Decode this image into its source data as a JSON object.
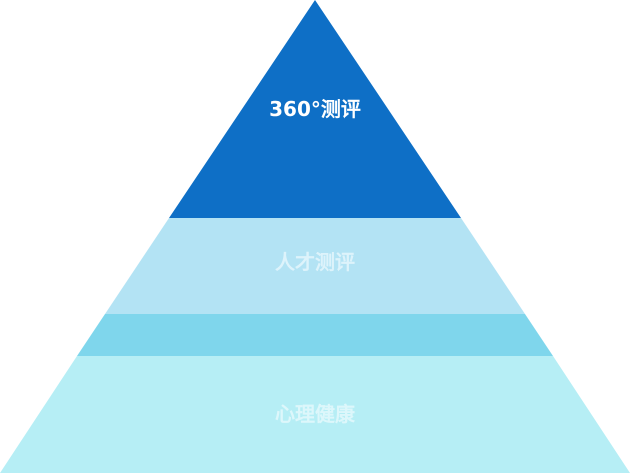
{
  "diagram": {
    "levels": [
      {
        "id": "top",
        "label": "360°测评",
        "fill": "#0e6fc6",
        "text_color": "#ffffff"
      },
      {
        "id": "middle",
        "label": "人才测评",
        "fill": "#b3e3f4",
        "text_color": "#ddf3fb"
      },
      {
        "id": "band",
        "label": "",
        "fill": "#7fd6ec",
        "text_color": ""
      },
      {
        "id": "bottom",
        "label": "心理健康",
        "fill": "#b6eef5",
        "text_color": "#ddf7fb"
      }
    ]
  }
}
